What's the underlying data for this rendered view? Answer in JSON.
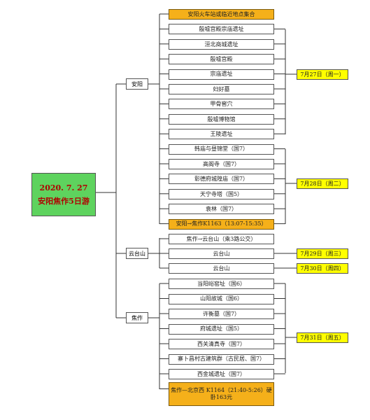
{
  "root": {
    "line1": "2020. 7. 27",
    "line2": "安阳焦作5日游"
  },
  "hubs": [
    "安阳",
    "云台山",
    "焦作"
  ],
  "anyang_items": [
    "安阳火车站或临近地点集合",
    "殷墟宫殿宗庙遗址",
    "洹北商城遗址",
    "殷墟宫殿",
    "宗庙遗址",
    "妇好墓",
    "甲骨窖穴",
    "殷墟博物馆",
    "王陵遗址",
    "韩庙与昼锦堂（国7）",
    "高阁寺（国7）",
    "彰德府城隍庙（国7）",
    "天宁寺塔（国5）",
    "袁林（国7）",
    "安阳→焦作K1163（13:07-15:35）"
  ],
  "yuntai_items": [
    "焦作→云台山（乘3路公交）",
    "云台山",
    "云台山"
  ],
  "jiaozuo_items": [
    "当阳峪窑址（国6）",
    "山阳故城（国6）",
    "许衡墓（国7）",
    "府城遗址（国5）",
    "西关清真寺（国7）",
    "寨卜昌村古建筑群（古民居、国7）",
    "西金城遗址（国7）",
    "焦作—北京西 K1164（21:40-5:26）硬卧163元"
  ],
  "dates": [
    "7月27日（周一）",
    "7月28日（周二）",
    "7月29日（周三）",
    "7月30日（周四）",
    "7月31日（周五）"
  ],
  "colors": {
    "root": "#5ed35e",
    "root_text": "#b00000",
    "transit": "#f5b01a",
    "date": "#ffff00"
  }
}
